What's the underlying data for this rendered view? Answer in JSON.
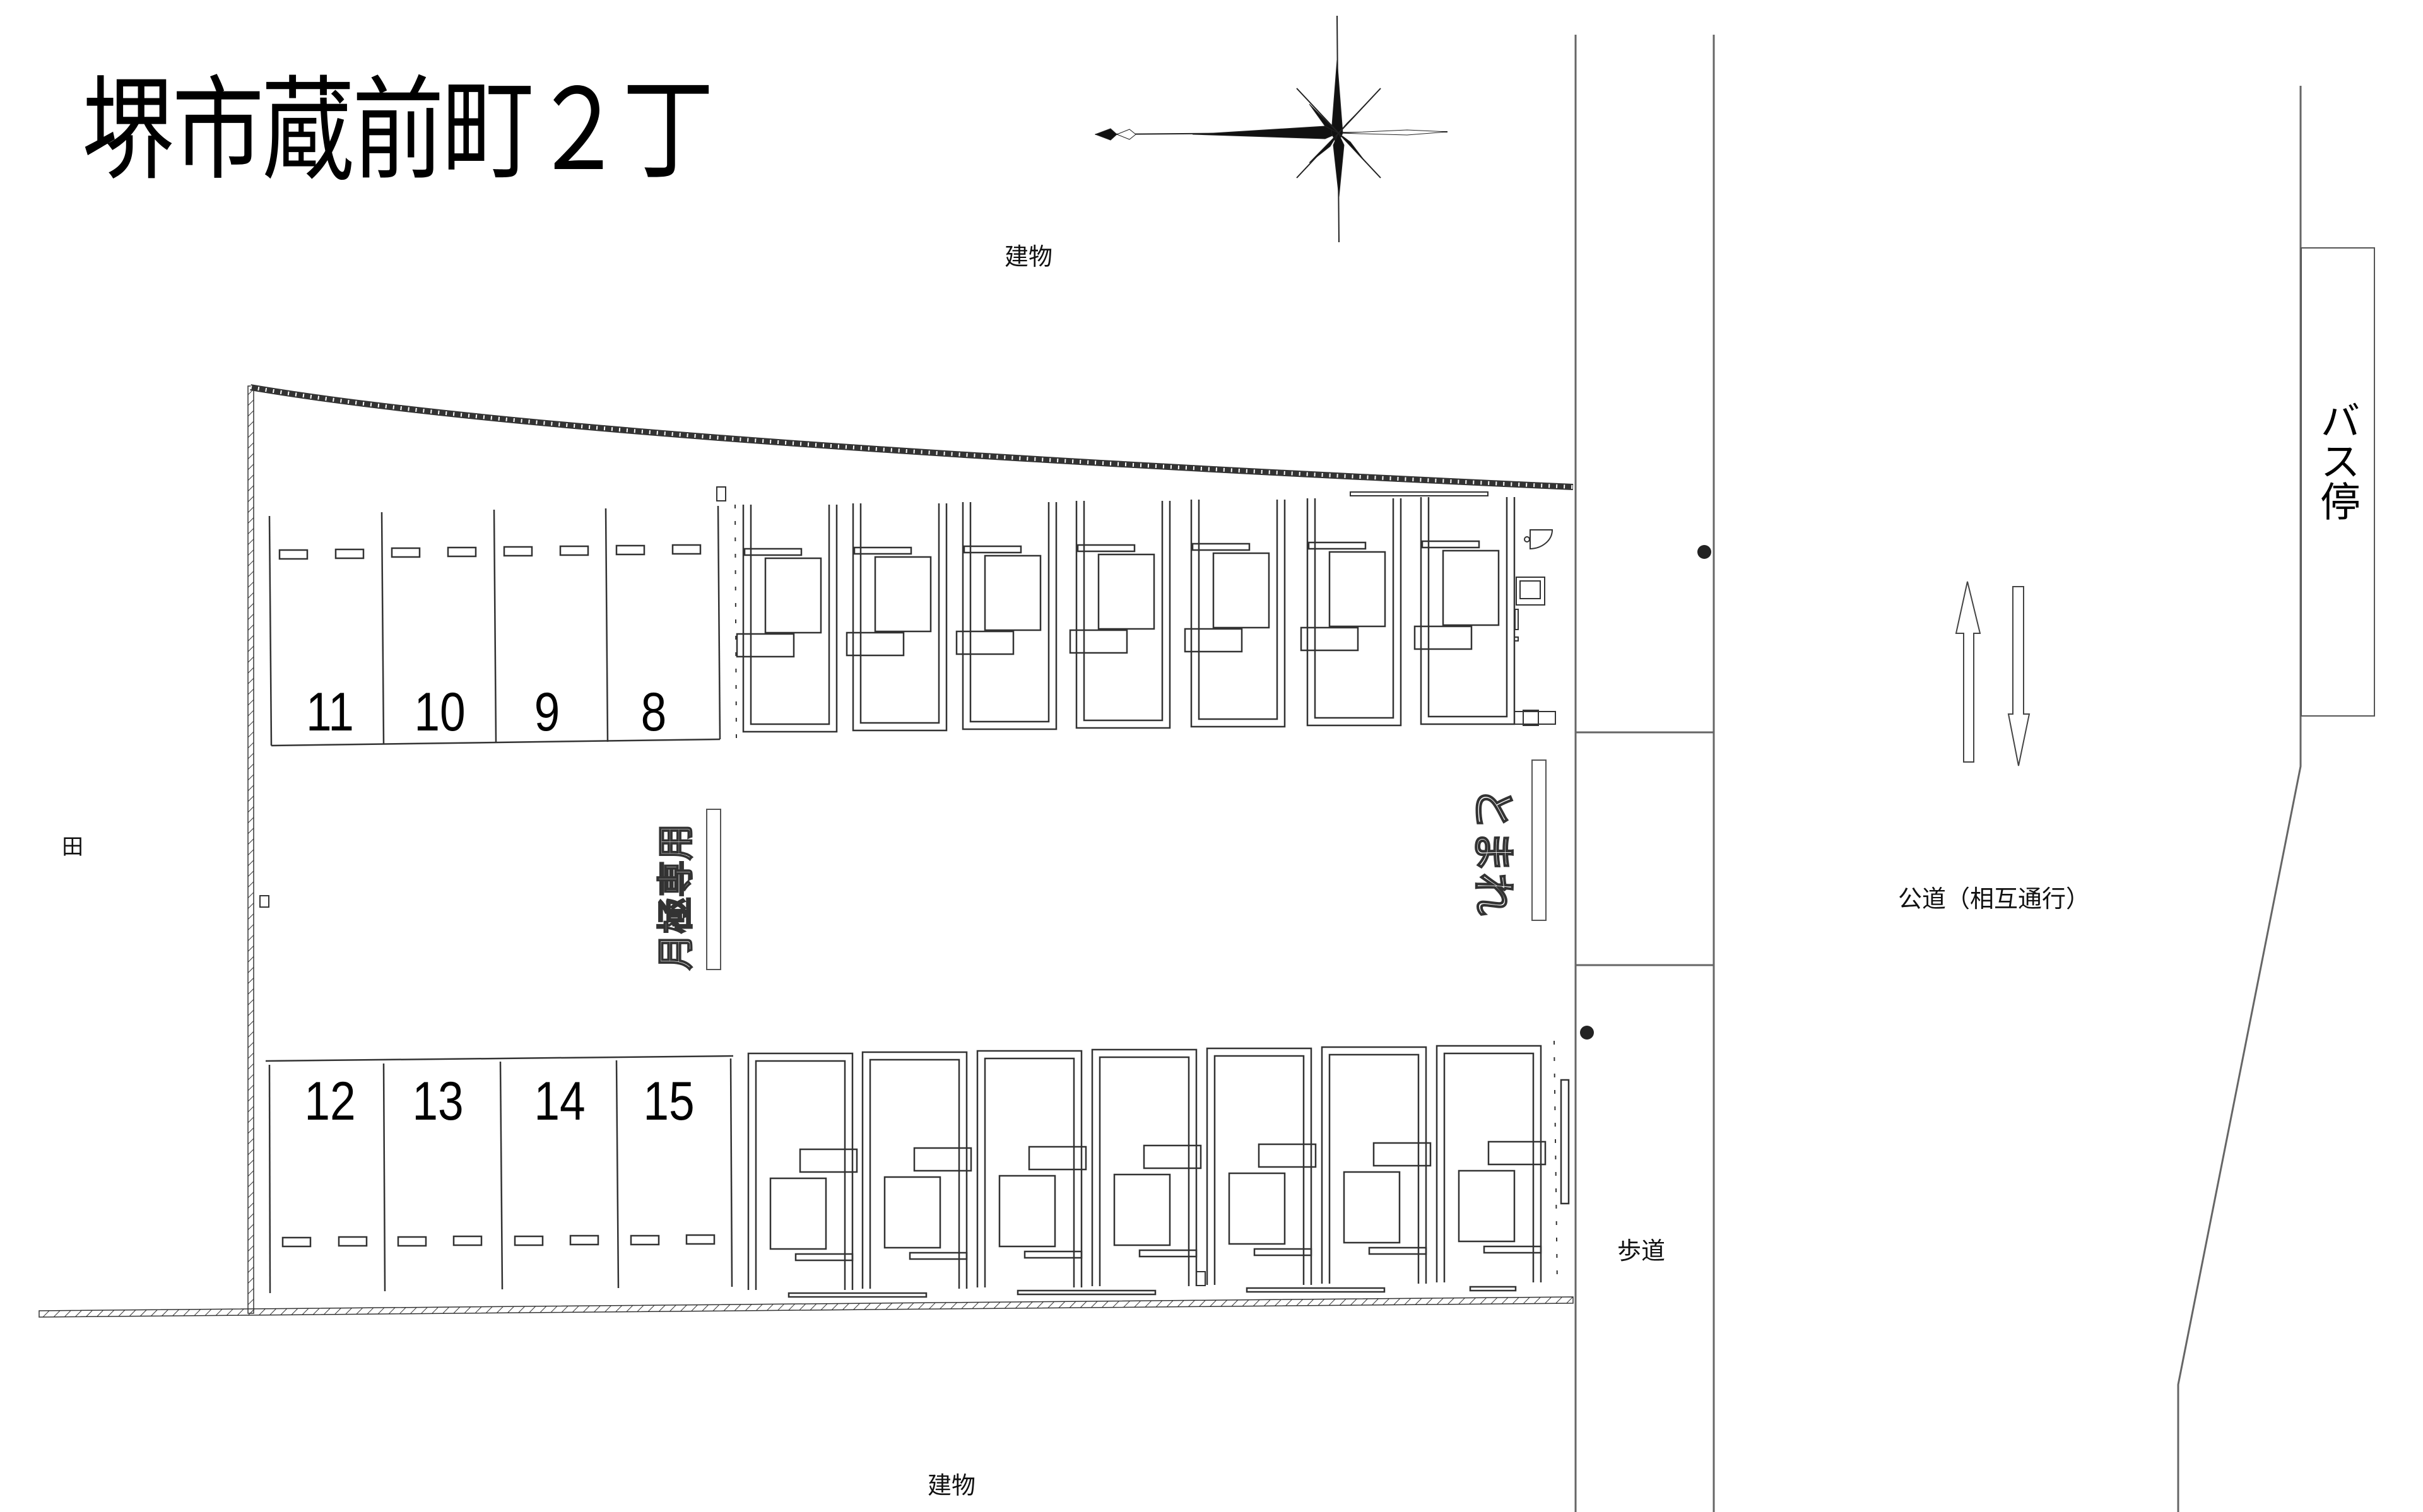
{
  "title": "堺市蔵前町２丁",
  "labels": {
    "building_top": "建物",
    "building_bottom": "建物",
    "field": "田",
    "public_road": "公道（相互通行）",
    "sidewalk": "歩道",
    "bus_stop": "バス停",
    "stop_marking": "とまれ",
    "reserved_marking": "月極専用"
  },
  "stalls": {
    "top_row_car_numbers": [
      "11",
      "10",
      "9",
      "8"
    ],
    "bottom_row_car_numbers": [
      "12",
      "13",
      "14",
      "15"
    ],
    "top_row_lock_stalls": 7,
    "bottom_row_lock_stalls": 7
  },
  "icons": {
    "compass": "compass-rose-icon",
    "two_way_arrows": "two-way-traffic-arrows-icon",
    "utility_pole": "utility-pole-icon",
    "payment_machine": "payment-machine-icon",
    "light_pole": "light-pole-icon"
  },
  "colors": {
    "line": "#333333",
    "background": "#ffffff",
    "text": "#000000"
  }
}
